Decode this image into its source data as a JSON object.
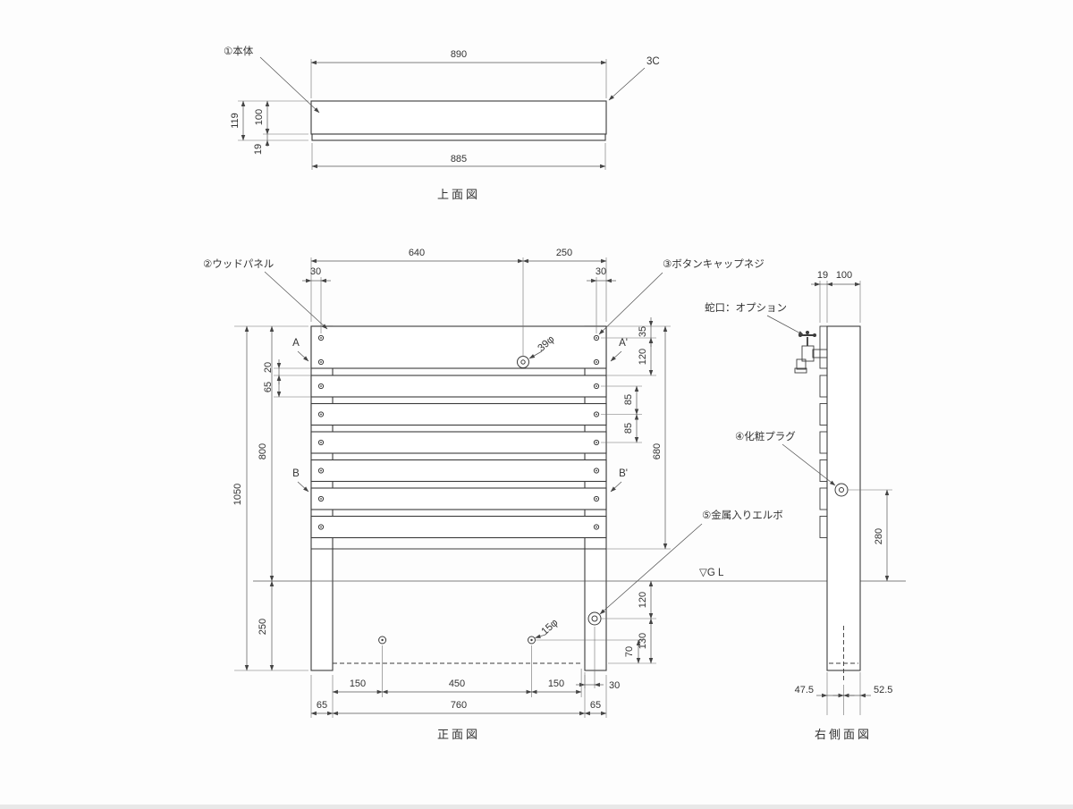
{
  "top_view": {
    "title": "上面図",
    "callout_body": "①本体",
    "callout_chamfer": "3C",
    "dim_width_top": "890",
    "dim_width_bottom": "885",
    "dim_height_total": "119",
    "dim_height_body": "100",
    "dim_height_lip": "19"
  },
  "front_view": {
    "title": "正面図",
    "callout_panel": "②ウッドパネル",
    "callout_screw": "③ボタンキャップネジ",
    "callout_elbow": "⑤金属入りエルボ",
    "dim_screw_dia": "39φ",
    "dim_pipe_dia": "15φ",
    "gl_label": "▽G L",
    "section_a": "A",
    "section_a2": "A'",
    "section_b": "B",
    "section_b2": "B'",
    "dim_top_left": "640",
    "dim_top_right": "250",
    "dim_screw_offset_left": "30",
    "dim_screw_offset_right": "30",
    "dim_right_35": "35",
    "dim_right_120_top": "120",
    "dim_right_85_a": "85",
    "dim_right_85_b": "85",
    "dim_right_680": "680",
    "dim_right_120_bottom": "120",
    "dim_right_130": "130",
    "dim_right_70": "70",
    "dim_bottom_right_30": "30",
    "dim_left_20": "20",
    "dim_left_65": "65",
    "dim_left_800": "800",
    "dim_left_1050": "1050",
    "dim_left_250": "250",
    "dim_bottom_150_left": "150",
    "dim_bottom_450": "450",
    "dim_bottom_150_right": "150",
    "dim_bottom_760": "760",
    "dim_bottom_65_left": "65",
    "dim_bottom_65_right": "65"
  },
  "side_view": {
    "title": "右側面図",
    "callout_faucet": "蛇口：オプション",
    "callout_plug": "④化粧プラグ",
    "dim_panel_thickness": "19",
    "dim_post_width": "100",
    "dim_plug_height": "280",
    "dim_bottom_left": "47.5",
    "dim_bottom_right": "52.5"
  }
}
